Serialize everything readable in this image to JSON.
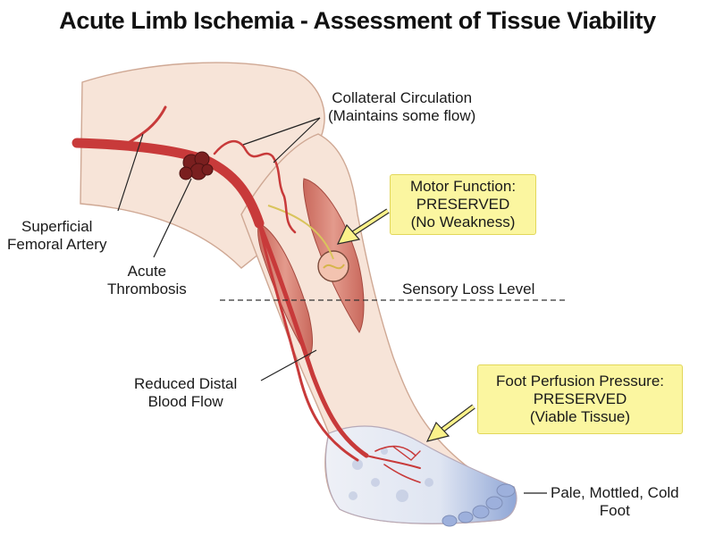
{
  "title": "Acute Limb Ischemia - Assessment of Tissue Viability",
  "labels": {
    "collateral_line1": "Collateral Circulation",
    "collateral_line2": "(Maintains some flow)",
    "sfa_line1": "Superficial",
    "sfa_line2": "Femoral Artery",
    "thrombosis_line1": "Acute",
    "thrombosis_line2": "Thrombosis",
    "sensory": "Sensory Loss Level",
    "reduced_line1": "Reduced Distal",
    "reduced_line2": "Blood Flow",
    "pale_line1": "Pale, Mottled, Cold",
    "pale_line2": "Foot"
  },
  "callouts": {
    "motor_line1": "Motor Function:",
    "motor_line2": "PRESERVED",
    "motor_line3": "(No Weakness)",
    "perfusion_line1": "Foot Perfusion Pressure:",
    "perfusion_line2": "PRESERVED",
    "perfusion_line3": "(Viable Tissue)"
  },
  "colors": {
    "artery": "#c83a3a",
    "thrombus": "#7a1f1f",
    "skin": "#f7e2d6",
    "callout_fill": "#fbf6a0",
    "ischemic_foot": "#8fa6d6"
  }
}
